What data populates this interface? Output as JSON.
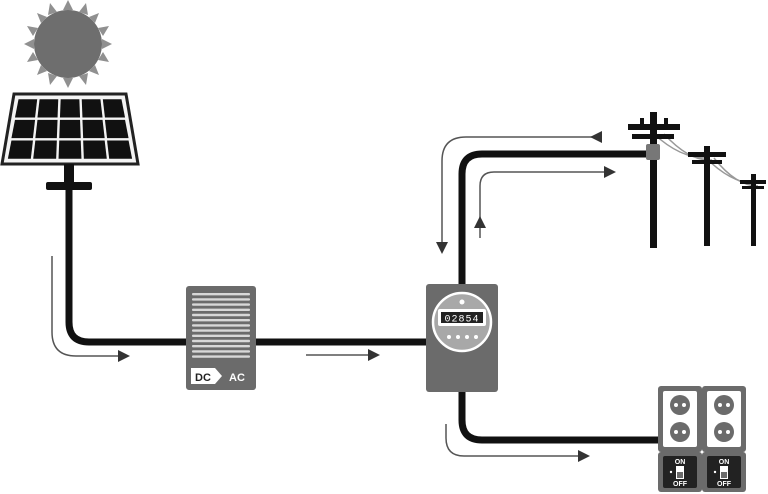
{
  "inverter": {
    "from_label": "DC",
    "to_label": "AC"
  },
  "meter": {
    "reading": "02854"
  },
  "outlets": {
    "switch_on_label": "ON",
    "switch_off_label": "OFF"
  },
  "colors": {
    "wire": "#111111",
    "device_body": "#6b6b6b",
    "sun": "#777777",
    "panel_cell": "#111111",
    "arrow": "#333333"
  },
  "icons": [
    "sun-icon",
    "solar-panel-icon",
    "inverter-icon",
    "electric-meter-icon",
    "utility-poles-icon",
    "outlet-icon",
    "switch-icon"
  ]
}
